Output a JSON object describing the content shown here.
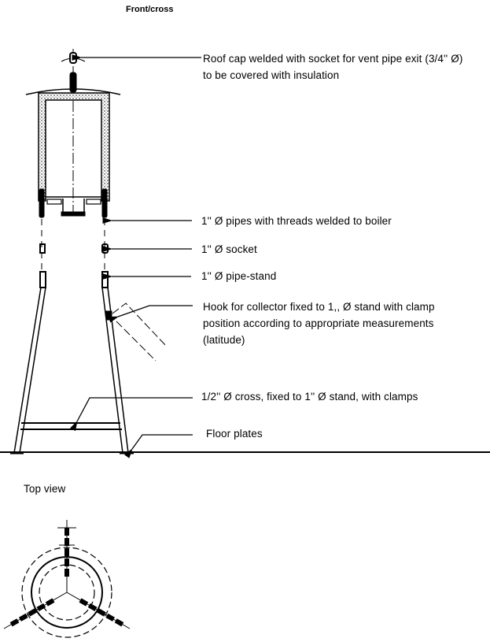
{
  "title": "Front/cross",
  "top_view_label": "Top view",
  "labels": {
    "roof_cap": [
      "Roof cap welded with socket for vent pipe exit (3/4'' Ø)",
      "to be covered with insulation"
    ],
    "pipes": "1''  Ø  pipes  with  threads  welded  to  boiler",
    "socket": "1''  Ø  socket",
    "pipe_stand": "1''  Ø  pipe-stand",
    "hook": [
      "Hook for collector fixed to 1,, Ø stand with clamp",
      "position according to appropriate measurements",
      "(latitude)"
    ],
    "cross": "1/2''  Ø  cross,  fixed  to  1''  Ø  stand,  with  clamps",
    "floor_plates": "Floor  plates"
  }
}
